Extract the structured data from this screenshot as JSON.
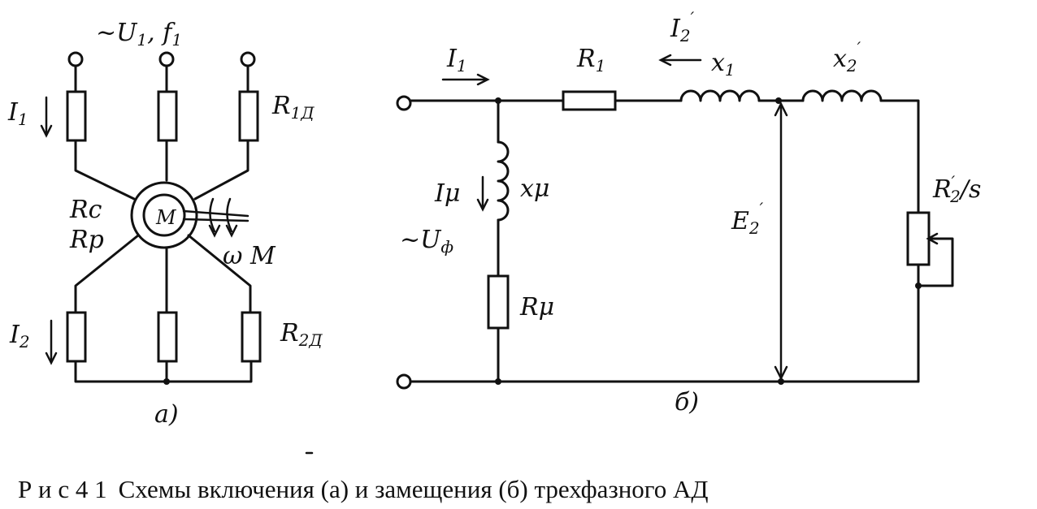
{
  "diagram_a": {
    "supply_label": "~U",
    "supply_sub1": "1",
    "supply_sep": ", f",
    "supply_sub2": "1",
    "current_in_label": "I",
    "current_in_sub": "1",
    "stator_resistor_label": "R",
    "stator_resistor_sub": "1Д",
    "rc_label": "Rc",
    "rp_label": "Rp",
    "motor_label": "M",
    "omega_m_label": "ω M",
    "current_out_label": "I",
    "current_out_sub": "2",
    "rotor_resistor_label": "R",
    "rotor_resistor_sub": "2Д",
    "sublabel": "а)"
  },
  "diagram_b": {
    "i1_label": "I",
    "i1_sub": "1",
    "r1_label": "R",
    "r1_sub": "1",
    "i2p_label": "I",
    "i2p_sub": "2",
    "i2p_prime": "′",
    "x1_label": "x",
    "x1_sub": "1",
    "x2p_label": "x",
    "x2p_sub": "2",
    "x2p_prime": "′",
    "imu_label": "Iμ",
    "xmu_label": "xμ",
    "uf_label": "~U",
    "uf_sub": "ф",
    "rmu_label": "Rμ",
    "e2p_label": "E",
    "e2p_sub": "2",
    "e2p_prime": "′",
    "r2s_label": "R",
    "r2s_prime": "′",
    "r2s_sub": "2",
    "r2s_suffix": "/s",
    "sublabel": "б)"
  },
  "caption": {
    "prefix": "Р и с   4 1",
    "text": "Схемы включения (а) и замещения (б) трехфазного АД"
  }
}
